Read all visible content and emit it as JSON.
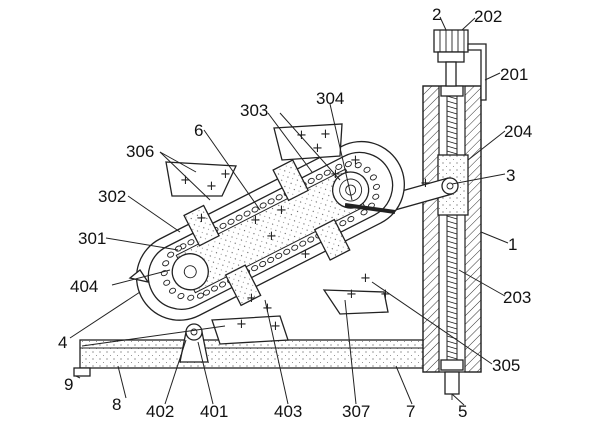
{
  "labels": {
    "l2": "2",
    "l202": "202",
    "l201": "201",
    "l204": "204",
    "l3": "3",
    "l1": "1",
    "l203": "203",
    "l305": "305",
    "l5": "5",
    "l7": "7",
    "l307": "307",
    "l403": "403",
    "l401": "401",
    "l402": "402",
    "l8": "8",
    "l9": "9",
    "l4": "4",
    "l404": "404",
    "l301": "301",
    "l302": "302",
    "l306": "306",
    "l6": "6",
    "l303": "303",
    "l304": "304"
  },
  "symbols": {
    "plus": "+"
  }
}
